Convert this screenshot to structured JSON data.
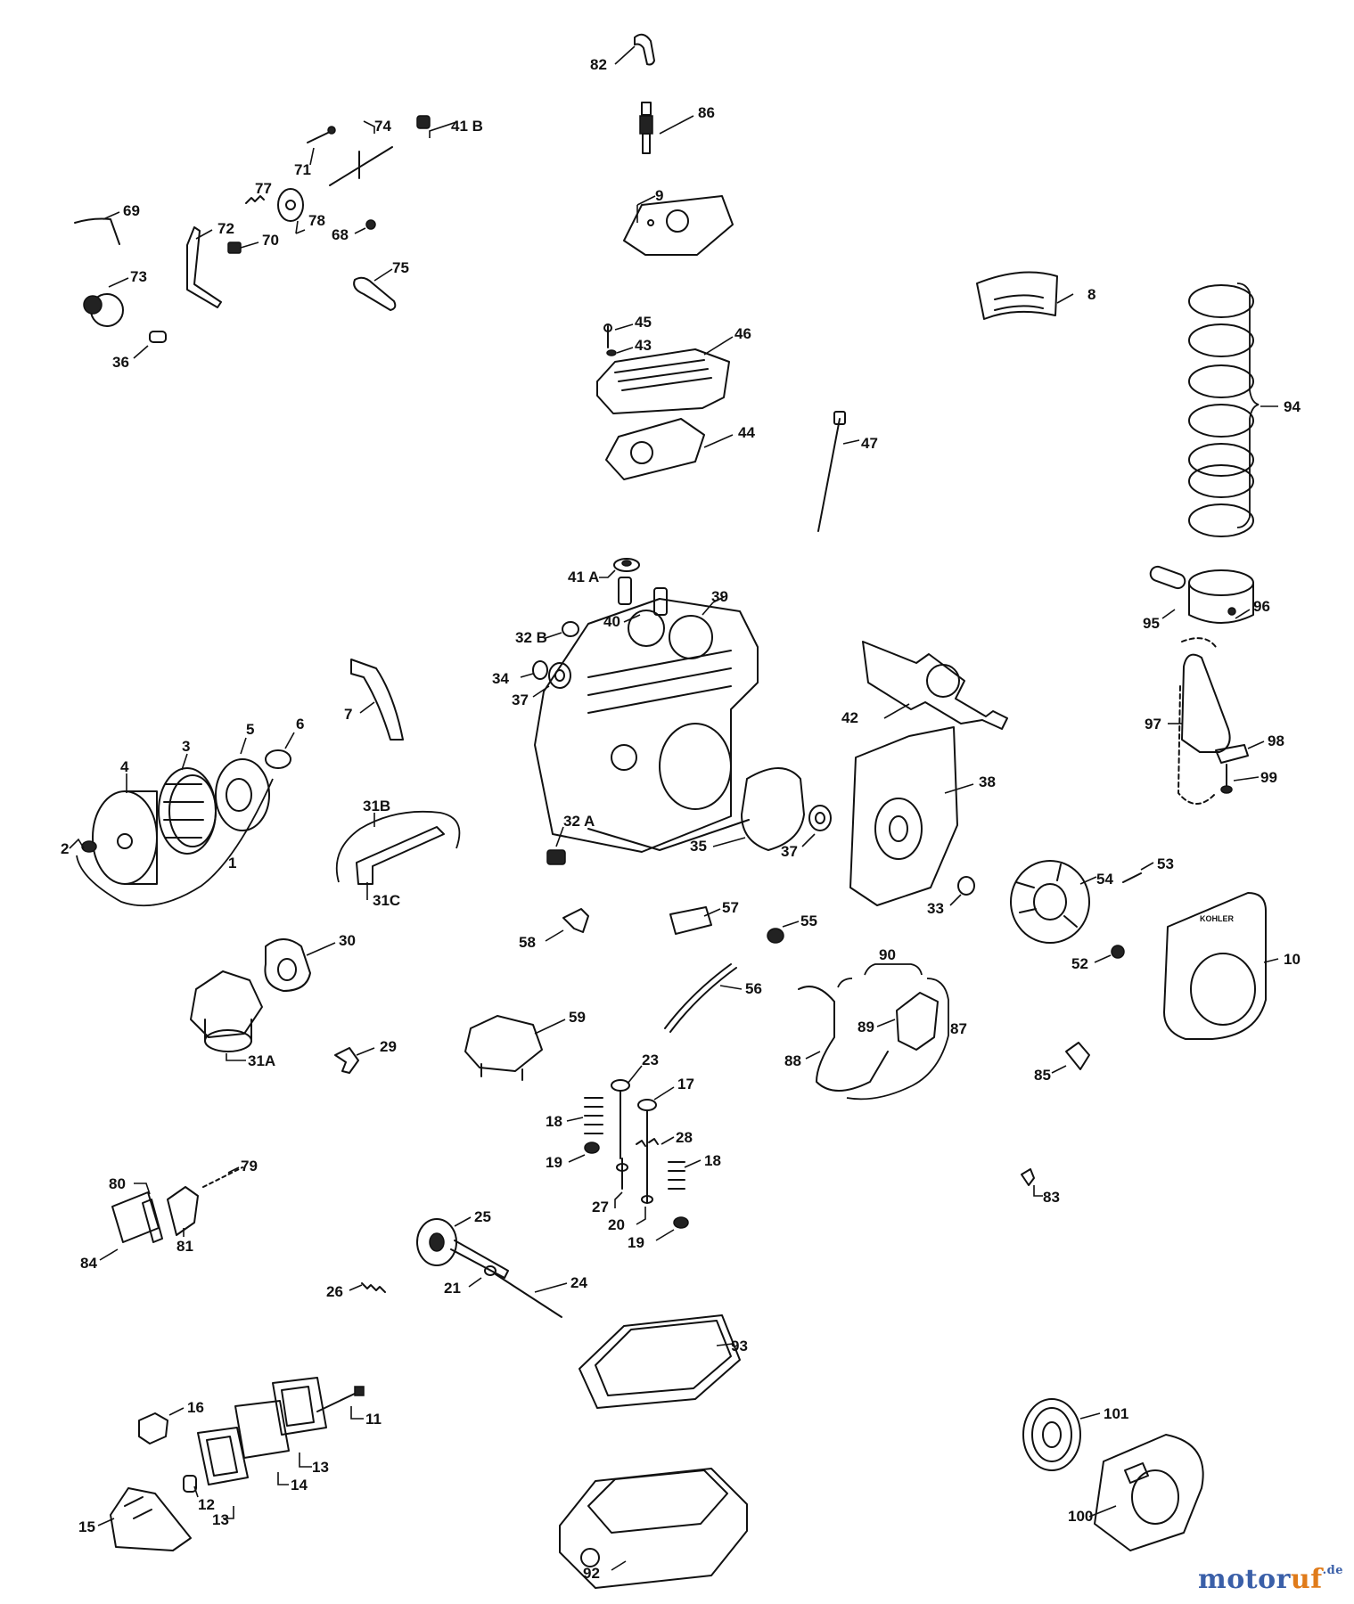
{
  "watermark": {
    "brand_main": "motor",
    "brand_accent": "uf",
    "tld": ".de"
  },
  "labels": {
    "p1": "1",
    "p2": "2",
    "p3": "3",
    "p4": "4",
    "p5": "5",
    "p6": "6",
    "p7": "7",
    "p8": "8",
    "p9": "9",
    "p10": "10",
    "p11": "11",
    "p12": "12",
    "p13a": "13",
    "p13b": "13",
    "p14": "14",
    "p15": "15",
    "p16": "16",
    "p17": "17",
    "p18a": "18",
    "p18b": "18",
    "p19a": "19",
    "p19b": "19",
    "p20": "20",
    "p21": "21",
    "p23": "23",
    "p24": "24",
    "p25": "25",
    "p26": "26",
    "p27": "27",
    "p28": "28",
    "p29": "29",
    "p30": "30",
    "p31a": "31A",
    "p31b": "31B",
    "p31c": "31C",
    "p32a": "32 A",
    "p32b": "32 B",
    "p33": "33",
    "p34": "34",
    "p35": "35",
    "p36": "36",
    "p37a": "37",
    "p37b": "37",
    "p38": "38",
    "p39": "39",
    "p40": "40",
    "p41a": "41 A",
    "p41b": "41 B",
    "p42": "42",
    "p43": "43",
    "p44": "44",
    "p45": "45",
    "p46": "46",
    "p47": "47",
    "p52": "52",
    "p53": "53",
    "p54": "54",
    "p55": "55",
    "p56": "56",
    "p57": "57",
    "p58": "58",
    "p59": "59",
    "p68": "68",
    "p69": "69",
    "p70": "70",
    "p71": "71",
    "p72": "72",
    "p73": "73",
    "p74": "74",
    "p75": "75",
    "p77": "77",
    "p78": "78",
    "p79": "79",
    "p80": "80",
    "p81": "81",
    "p82": "82",
    "p83": "83",
    "p84": "84",
    "p85": "85",
    "p86": "86",
    "p87": "87",
    "p88": "88",
    "p89": "89",
    "p90": "90",
    "p92": "92",
    "p93": "93",
    "p94": "94",
    "p95": "95",
    "p96": "96",
    "p97": "97",
    "p98": "98",
    "p99": "99",
    "p100": "100",
    "p101": "101"
  },
  "shroud_text": "KOHLER"
}
